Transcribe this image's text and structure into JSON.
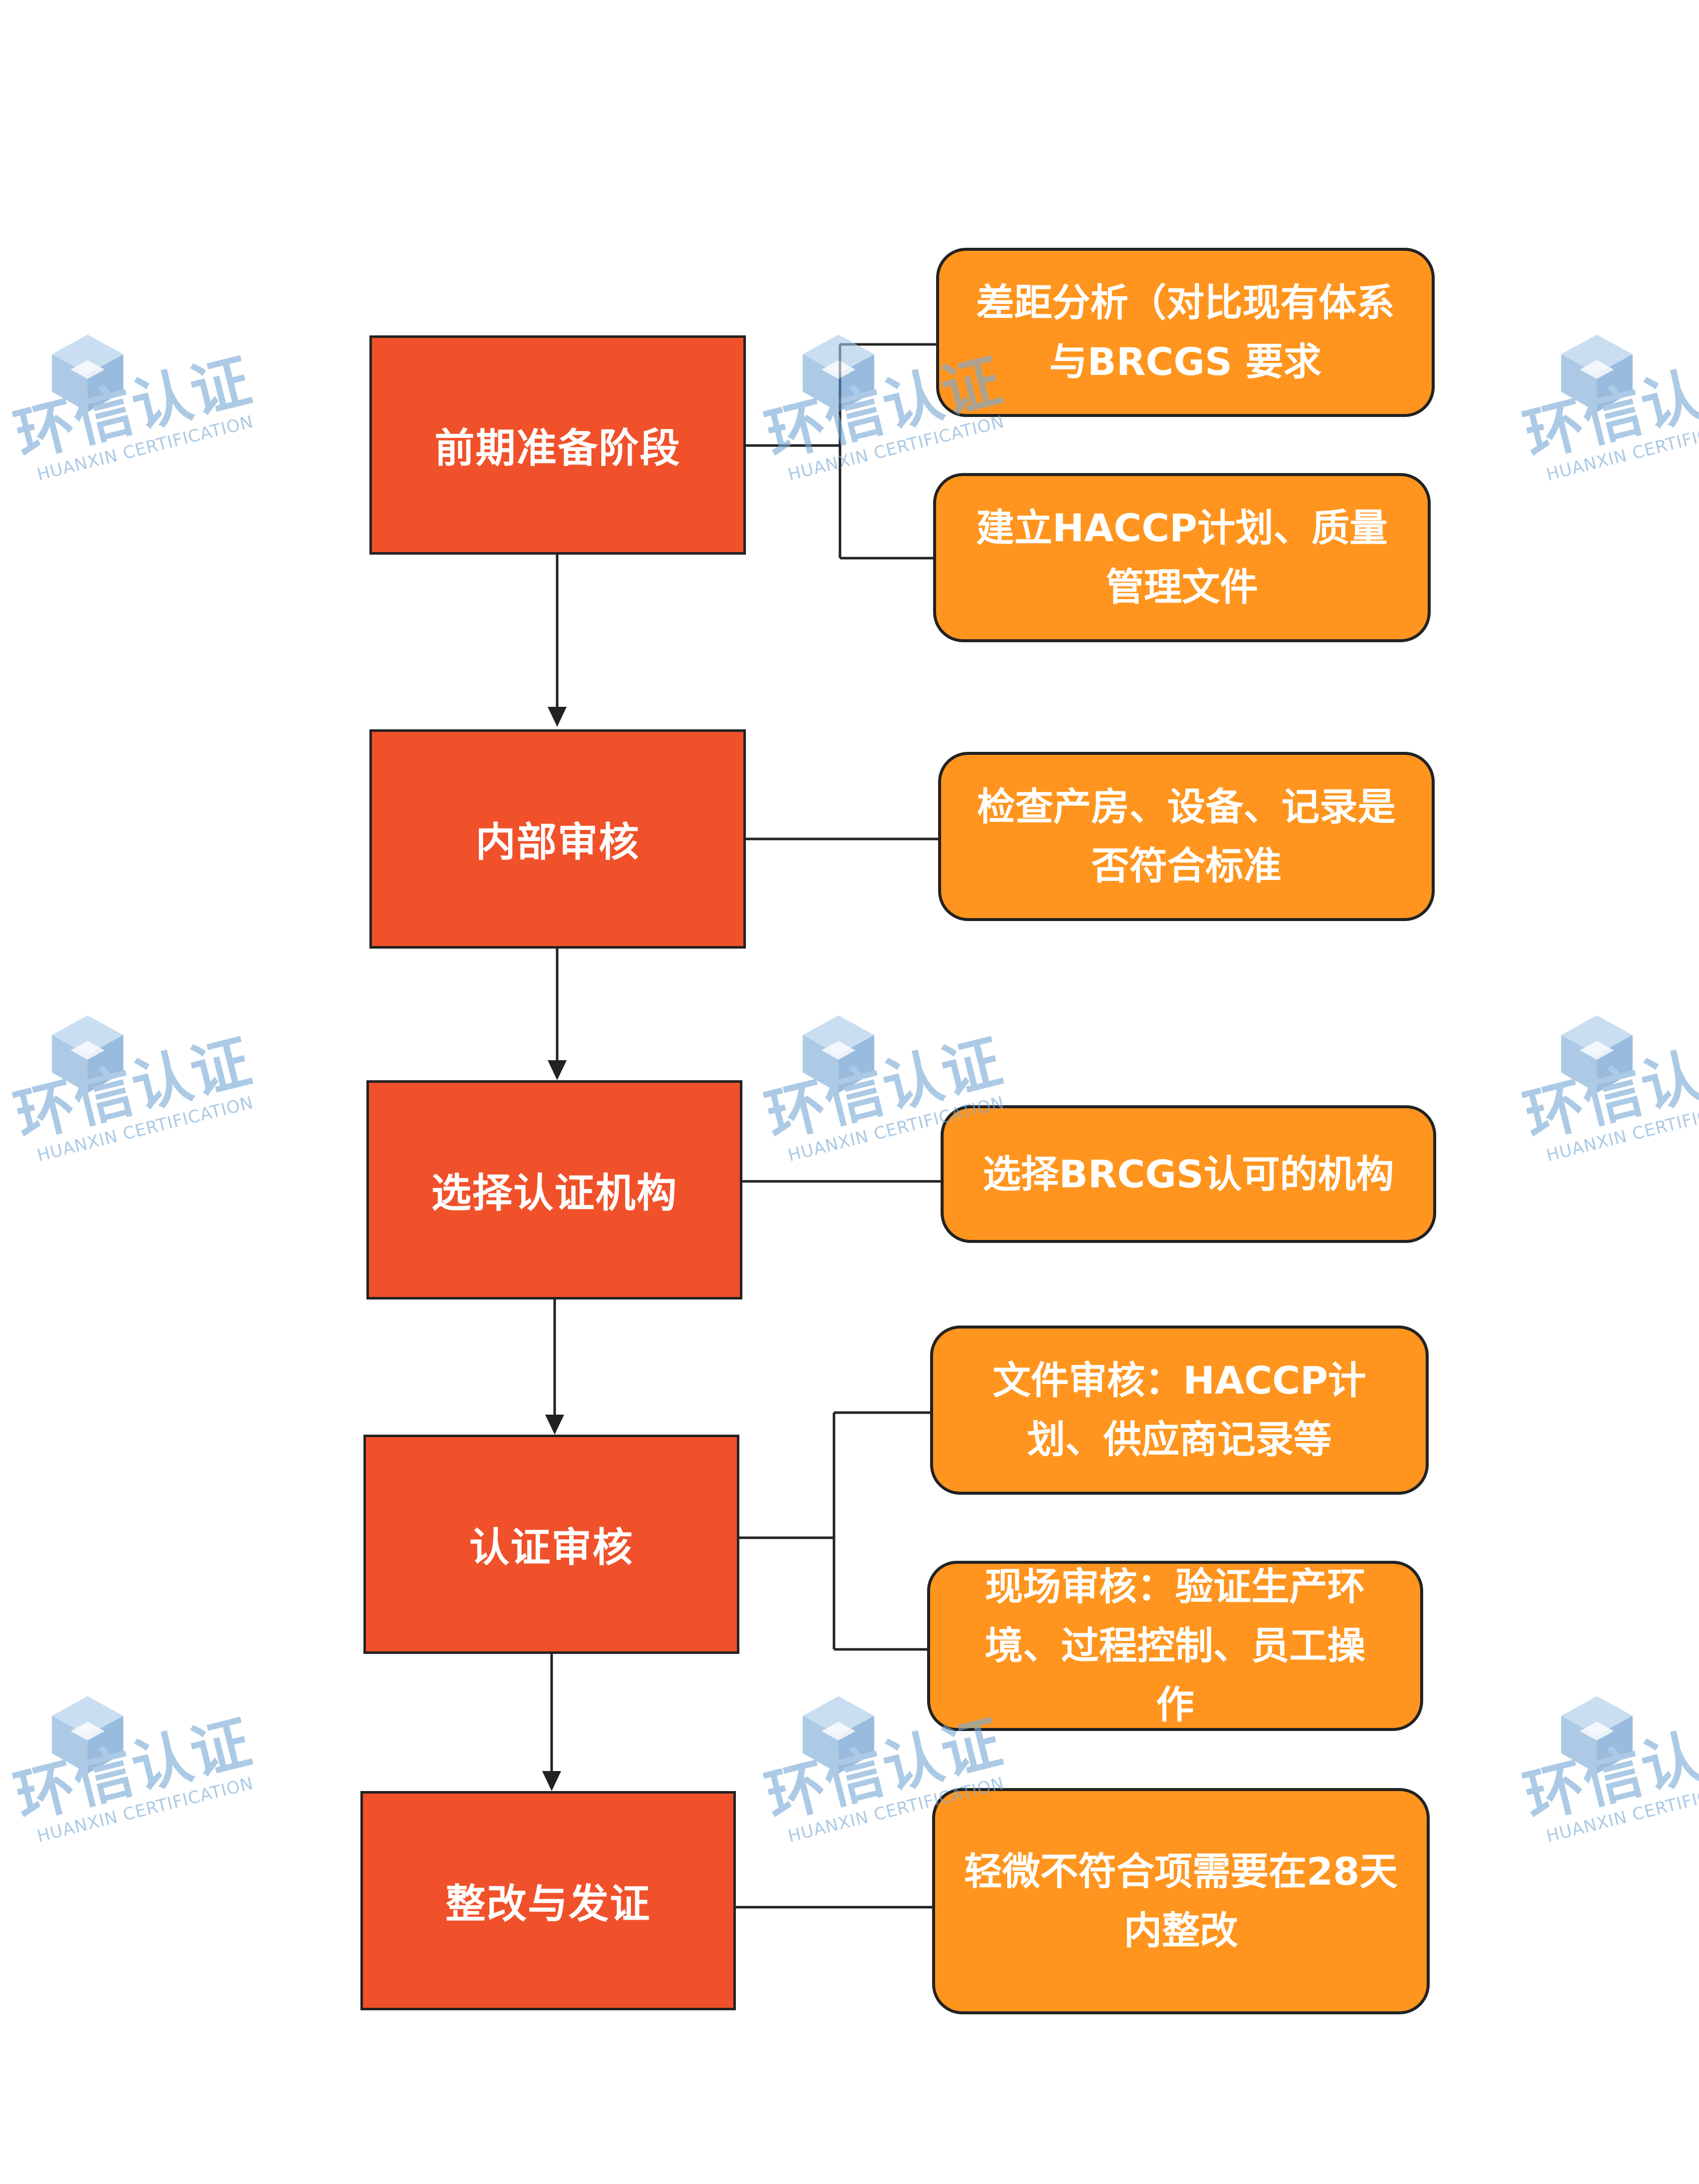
{
  "stages": [
    {
      "id": "s1",
      "label": "前期准备阶段"
    },
    {
      "id": "s2",
      "label": "内部审核"
    },
    {
      "id": "s3",
      "label": "选择认证机构"
    },
    {
      "id": "s4",
      "label": "认证审核"
    },
    {
      "id": "s5",
      "label": "整改与发证"
    }
  ],
  "details": [
    {
      "id": "d1",
      "stage": "s1",
      "text": "差距分析（对比现有体系\n与BRCGS 要求"
    },
    {
      "id": "d2",
      "stage": "s1",
      "text": "建立HACCP计划、质量\n管理文件"
    },
    {
      "id": "d3",
      "stage": "s2",
      "text": "检查产房、设备、记录是\n否符合标准"
    },
    {
      "id": "d4",
      "stage": "s3",
      "text": "选择BRCGS认可的机构"
    },
    {
      "id": "d5",
      "stage": "s4",
      "text": "文件审核：HACCP计\n划、供应商记录等"
    },
    {
      "id": "d6",
      "stage": "s4",
      "text": "现场审核：验证生产环\n境、过程控制、员工操\n作"
    },
    {
      "id": "d7",
      "stage": "s5",
      "text": "轻微不符合项需要在28天\n内整改"
    }
  ],
  "watermark": {
    "name": "环信认证",
    "subtitle": "HUANXIN CERTIFICATION"
  },
  "colors": {
    "stage_fill": "#F0512A",
    "detail_fill": "#FF951E",
    "line": "#222222",
    "watermark": "#7AAAD6"
  }
}
